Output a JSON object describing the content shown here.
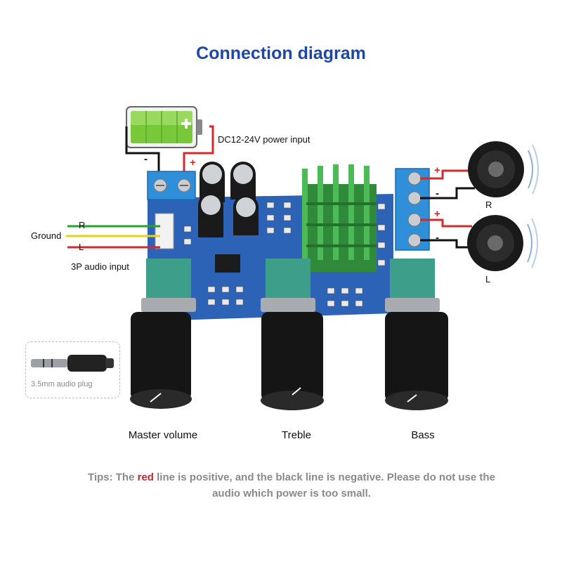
{
  "title": "Connection diagram",
  "labels": {
    "power_input": "DC12-24V power input",
    "ground": "Ground",
    "r_channel": "R",
    "l_channel": "L",
    "audio_input": "3P audio input",
    "plug": "3.5mm audio plug",
    "speaker_r": "R",
    "speaker_l": "L",
    "plus": "+",
    "minus": "-"
  },
  "knobs": {
    "master": "Master volume",
    "treble": "Treble",
    "bass": "Bass"
  },
  "tips": {
    "prefix": "Tips: The ",
    "red_word": "red",
    "rest_line1": " line is positive, and the black line is negative. Please do not use the",
    "line2": "audio which power is too small."
  },
  "colors": {
    "title": "#1f47a8",
    "positive_wire": "#d12b2b",
    "negative_wire": "#111111",
    "ground_wire": "#2aa02a",
    "r_wire": "#e6d21a",
    "pcb": "#2d63b6",
    "terminal": "#2f8fd8",
    "heatsink": "#3aa84a"
  }
}
